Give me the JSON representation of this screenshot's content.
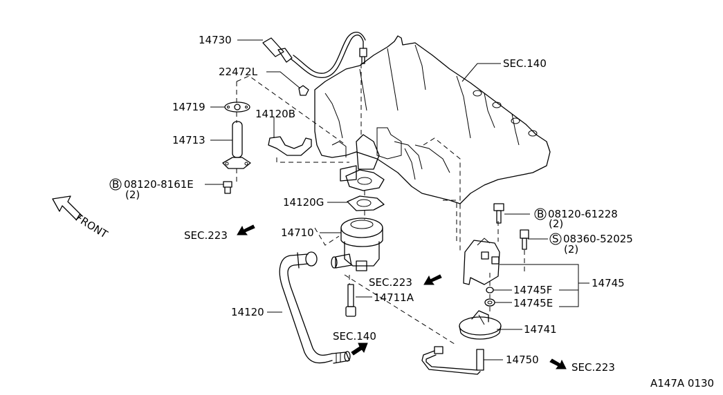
{
  "labels": {
    "p14730": "14730",
    "p22472L": "22472L",
    "p14719": "14719",
    "p14713": "14713",
    "p14120B": "14120B",
    "bolt1": "08120-8161E",
    "bolt1_qty": "(2)",
    "bolt1_prefix": "B",
    "p14120G": "14120G",
    "p14710": "14710",
    "p14120": "14120",
    "p14711A": "14711A",
    "sec140_top": "SEC.140",
    "sec223_left": "SEC.223",
    "sec223_mid": "SEC.223",
    "sec140_bottom": "SEC.140",
    "bolt2": "08120-61228",
    "bolt2_qty": "(2)",
    "bolt2_prefix": "B",
    "screw": "08360-52025",
    "screw_qty": "(2)",
    "screw_prefix": "S",
    "p14745F": "14745F",
    "p14745E": "14745E",
    "p14745": "14745",
    "p14741": "14741",
    "p14750": "14750",
    "sec223_right": "SEC.223",
    "front": "FRONT",
    "code": "A147A 0130"
  }
}
